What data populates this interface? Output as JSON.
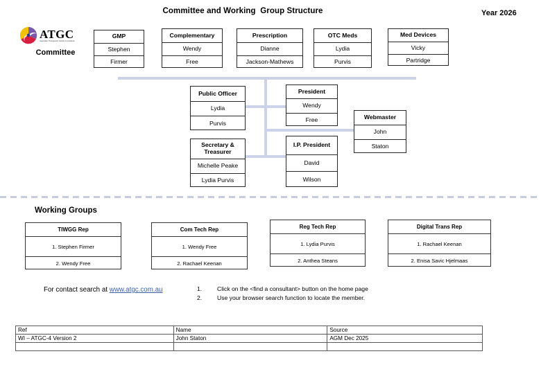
{
  "header": {
    "title": "Committee and Working  Group Structure",
    "year": "Year 2026"
  },
  "logo": {
    "name": "ATGC",
    "subtitle": "Australian Therapeutic Goods Consultants",
    "caption": "Committee",
    "colors": {
      "yellow": "#f2c200",
      "red": "#d81e3f",
      "purple": "#7a5aa8",
      "blue": "#2e3192"
    }
  },
  "committee_boxes": [
    {
      "title": "GMP",
      "line1": "Stephen",
      "line2": "Firmer"
    },
    {
      "title": "Complementary",
      "line1": "Wendy",
      "line2": "Free"
    },
    {
      "title": "Prescription",
      "line1": "Dianne",
      "line2": "Jackson-Mathews"
    },
    {
      "title": "OTC Meds",
      "line1": "Lydia",
      "line2": "Purvis"
    },
    {
      "title": "Med Devices",
      "line1": "Vicky",
      "line2": "Partridge"
    }
  ],
  "executive_boxes": [
    {
      "title": "Public Officer",
      "line1": "Lydia",
      "line2": "Purvis"
    },
    {
      "title": "President",
      "line1": "Wendy",
      "line2": "Free"
    },
    {
      "title": "Secretary & Treasurer",
      "line1": "Michelle Peake",
      "line2": "Lydia Purvis"
    },
    {
      "title": "I.P. President",
      "line1": "David",
      "line2": "Wilson"
    },
    {
      "title": "Webmaster",
      "line1": "John",
      "line2": "Staton"
    }
  ],
  "working_groups": {
    "heading": "Working Groups",
    "boxes": [
      {
        "title": "TIWGG Rep",
        "line1": "1. Stephen Firmer",
        "line2": "2. Wendy Free"
      },
      {
        "title": "Com Tech Rep",
        "line1": "1. Wendy Free",
        "line2": "2. Rachael Keenan"
      },
      {
        "title": "Reg Tech Rep",
        "line1": "1. Lydia Purvis",
        "line2": "2. Anthea Steans"
      },
      {
        "title": "Digital Trans Rep",
        "line1": "1. Rachael Keenan",
        "line2": "2. Enisa Savic Hjelmaas"
      }
    ]
  },
  "contact": {
    "prefix": "For contact search at ",
    "link_text": "www.atgc.com.au",
    "notes": [
      {
        "num": "1.",
        "text": "Click on the <find a consultant> button on the home page"
      },
      {
        "num": "2.",
        "text": "Use your browser search function to locate the member."
      }
    ]
  },
  "footer_table": {
    "headers": [
      "Ref",
      "Name",
      "Source"
    ],
    "rows": [
      [
        "WI – ATGC-4 Version 2",
        "John Staton",
        "AGM Dec 2025"
      ],
      [
        "",
        "",
        ""
      ]
    ]
  },
  "connector_color": "#ccd3e8"
}
